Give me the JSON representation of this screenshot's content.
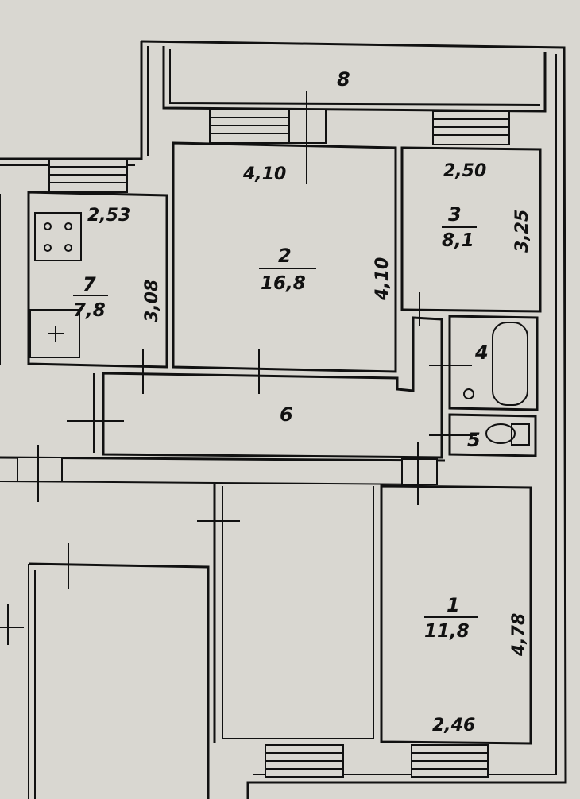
{
  "rooms": [
    {
      "id": "1",
      "number": "1",
      "area": "11,8",
      "width": "2,46",
      "length": "4,78"
    },
    {
      "id": "2",
      "number": "2",
      "area": "16,8",
      "width": "4,10",
      "length": "4,10"
    },
    {
      "id": "3",
      "number": "3",
      "area": "8,1",
      "width": "2,50",
      "length": "3,25"
    },
    {
      "id": "4",
      "number": "4"
    },
    {
      "id": "5",
      "number": "5"
    },
    {
      "id": "6",
      "number": "6"
    },
    {
      "id": "7",
      "number": "7",
      "area": "7,8",
      "width": "2,53",
      "length": "3,08"
    },
    {
      "id": "8",
      "number": "8"
    }
  ]
}
